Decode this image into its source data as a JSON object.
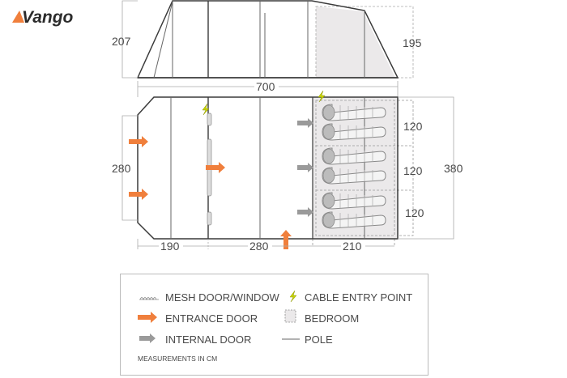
{
  "brand": {
    "name": "Vango",
    "accent": "#f07f3c"
  },
  "side_view": {
    "left_height": "207",
    "right_height": "195"
  },
  "floor_plan": {
    "total_length": "700",
    "total_width": "380",
    "porch_width": "280",
    "sections": [
      "190",
      "280",
      "210"
    ],
    "bedroom_widths": [
      "120",
      "120",
      "120"
    ],
    "bedroom_count": 3,
    "sleeping_bags": 6
  },
  "legend": {
    "items": [
      {
        "icon": "mesh-icon",
        "label": "MESH DOOR/WINDOW"
      },
      {
        "icon": "cable-entry-icon",
        "label": "CABLE ENTRY POINT"
      },
      {
        "icon": "entrance-arrow-icon",
        "label": "ENTRANCE DOOR"
      },
      {
        "icon": "bedroom-icon",
        "label": "BEDROOM"
      },
      {
        "icon": "internal-arrow-icon",
        "label": "INTERNAL DOOR"
      },
      {
        "icon": "pole-icon",
        "label": "POLE"
      }
    ],
    "note": "MEASUREMENTS IN CM"
  },
  "colors": {
    "entrance": "#f07f3c",
    "internal": "#9a9a9a",
    "cable": "#c8d400",
    "outline": "#3a3a3a",
    "bedroom": "#ebe9ea"
  }
}
